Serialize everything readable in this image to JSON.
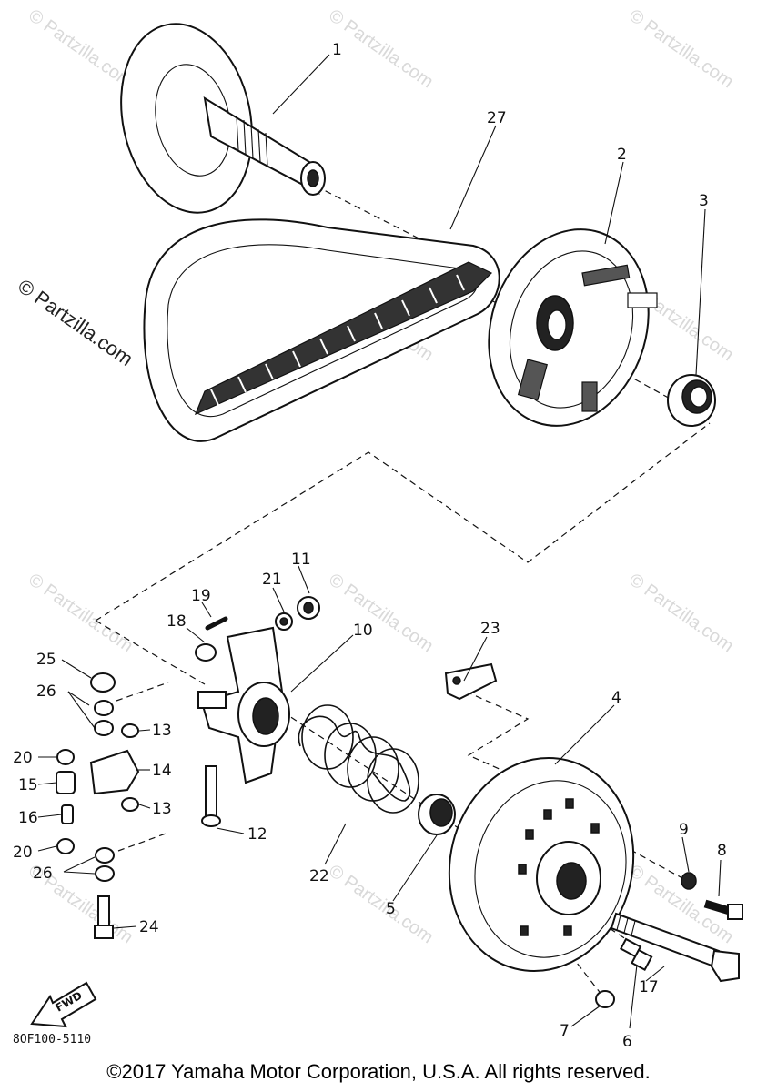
{
  "watermark": {
    "tile_text": "© Partzilla.com",
    "side_text": "© Partzilla.com"
  },
  "diagram": {
    "part_code": "8OF100-5110",
    "fwd_label": "FWD",
    "callouts": {
      "c1": "1",
      "c2": "2",
      "c3": "3",
      "c4": "4",
      "c5": "5",
      "c6": "6",
      "c7": "7",
      "c8": "8",
      "c9": "9",
      "c10": "10",
      "c11": "11",
      "c12": "12",
      "c13a": "13",
      "c13b": "13",
      "c14": "14",
      "c15": "15",
      "c16": "16",
      "c17": "17",
      "c18": "18",
      "c19": "19",
      "c20a": "20",
      "c20b": "20",
      "c21": "21",
      "c22": "22",
      "c23": "23",
      "c24": "24",
      "c25": "25",
      "c26a": "26",
      "c26b": "26",
      "c27": "27"
    }
  },
  "footer": {
    "copyright": "©2017  Yamaha Motor Corporation, U.S.A. All rights reserved."
  }
}
